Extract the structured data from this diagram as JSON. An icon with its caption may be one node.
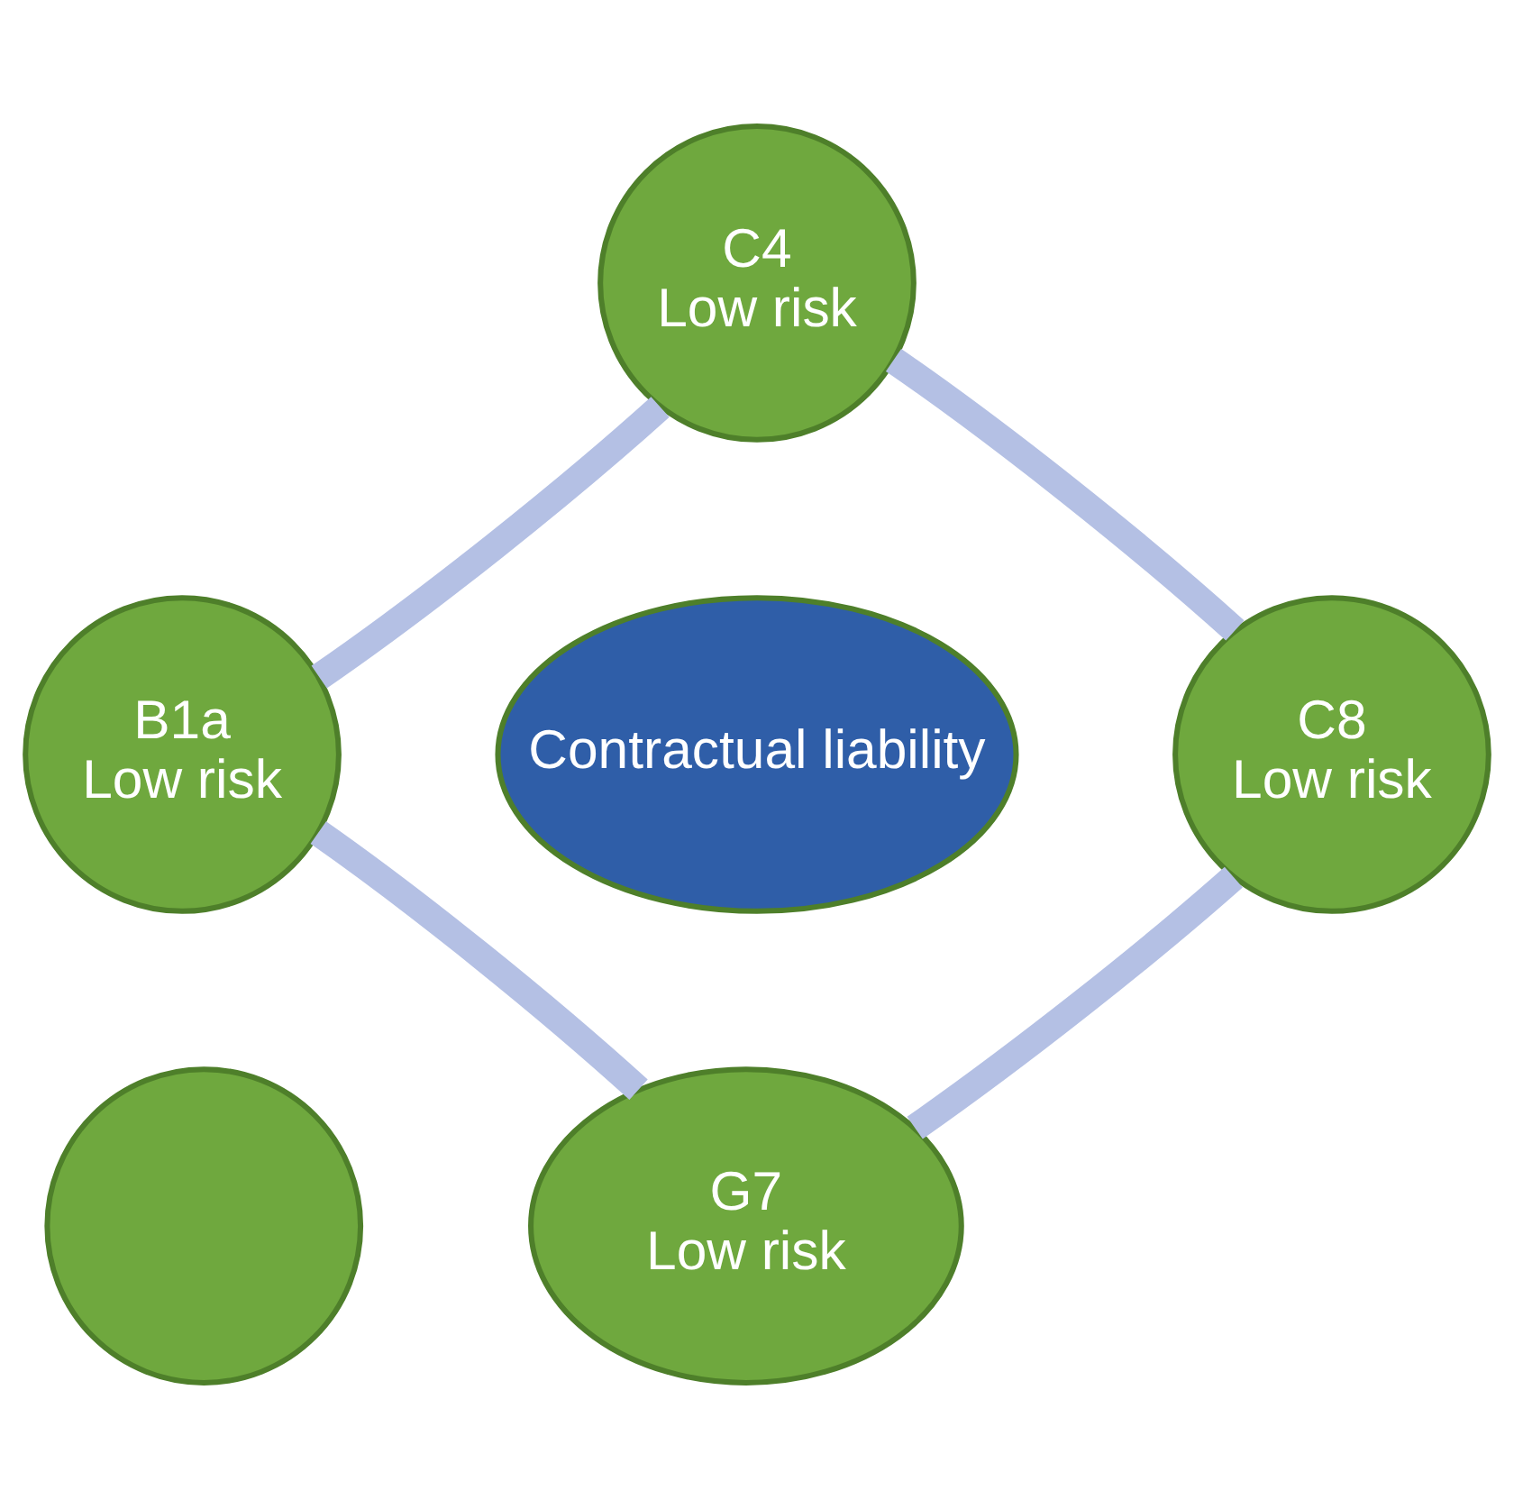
{
  "diagram": {
    "nodes": [
      {
        "text": [
          "C4",
          "Low risk"
        ]
      },
      {
        "text": [
          "B1a",
          "Low risk"
        ]
      },
      {
        "text": [
          "Contractual liability"
        ]
      },
      {
        "text": [
          "C8",
          "Low risk"
        ]
      },
      {
        "text": [
          "G7",
          "Low risk"
        ]
      },
      {
        "text": [],
        "shape": "circle"
      }
    ],
    "edges": [
      {
        "from": 0,
        "to": 3,
        "arrow": "none",
        "color": "#b4c0e4"
      },
      {
        "from": 3,
        "to": 4,
        "arrow": "none",
        "color": "#b4c0e4"
      },
      {
        "from": 4,
        "to": 1,
        "arrow": "none",
        "color": "#b4c0e4"
      },
      {
        "from": 1,
        "to": 0,
        "arrow": "none",
        "color": "#b4c0e4"
      }
    ]
  }
}
